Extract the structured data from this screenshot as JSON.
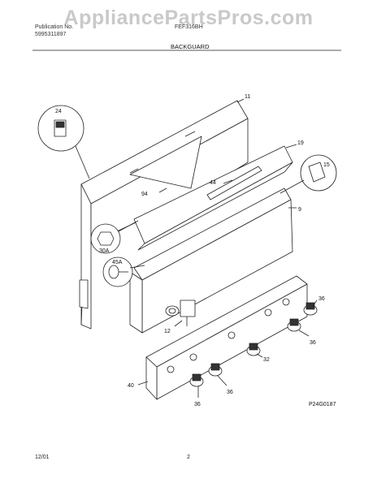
{
  "watermark": "AppliancePartsPros.com",
  "header": {
    "left_line1": "Publication No.",
    "left_line2": "5995311897",
    "model": "FEF316BH",
    "section_title": "BACKGUARD"
  },
  "callouts": {
    "p11": "11",
    "p24": "24",
    "p19": "19",
    "p15": "15",
    "p44": "44",
    "p94": "94",
    "p9": "9",
    "p30a": "30A",
    "p45a": "45A",
    "p36a": "36",
    "p36b": "36",
    "p12": "12",
    "p32": "32",
    "p40": "40",
    "p36c": "36",
    "p36d": "36"
  },
  "drawing_code": "P24G0187",
  "footer": {
    "date": "12/01",
    "page": "2"
  }
}
